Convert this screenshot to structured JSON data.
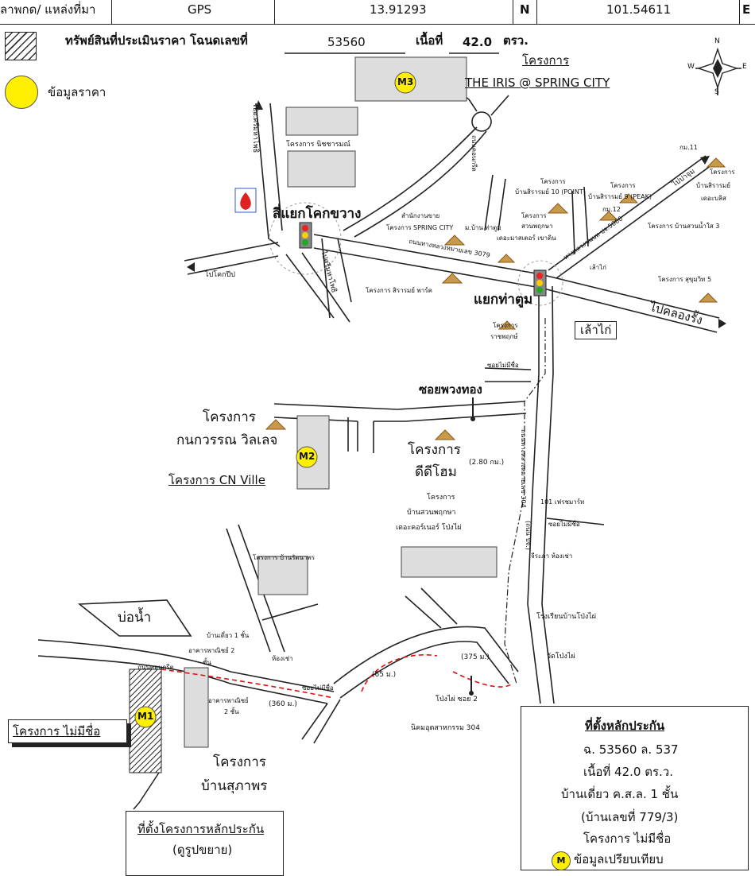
{
  "header": {
    "label_left": "ลาพกด/ แหล่งที่มา",
    "source": "GPS",
    "lat_value": "13.91293",
    "lat_dir": "N",
    "lon_value": "101.54611",
    "lon_dir": "E"
  },
  "legend": {
    "appraised_label": "ทรัพย์สินที่ประเมินราคา โฉนดเลขที่",
    "deed_no": "53560",
    "area_label": "เนื้อที่",
    "area_value": "42.0",
    "area_unit": "ตรว.",
    "price_info_label": "ข้อมูลราคา"
  },
  "compass": {
    "n": "N",
    "s": "S",
    "e": "E",
    "w": "W"
  },
  "markers": {
    "m1": "M1",
    "m2": "M2",
    "m3": "M3"
  },
  "labels": {
    "m3_project": "โครงการ",
    "m3_name": "THE IRIS @ SPRING CITY",
    "to_sriracha": "ไปอ.ศรีมหาโพธิ",
    "proj_nichaharom": "โครงการ นิชชารมณ์",
    "road_kok_cross": "ถนนคอนกรีต",
    "intersection_kok": "สี่แยกโคกขวาง",
    "to_kokpip": "ไปโคกปีป",
    "road_srimaha": "ไปศรีมหาโพธิ",
    "office_sales": "สำนักงานขาย",
    "proj_spring_city": "โครงการ SPRING CITY",
    "proj_bantuum": "ม.บ้าน ท่าตูม",
    "proj_sirarom10": "โครงการ",
    "proj_sirarom10b": "บ้านสิรารมย์ 10 (POINT)",
    "proj_suanpruksa": "โครงการ",
    "proj_suanpruksa_b": "สวนพฤกษา",
    "proj_suanpruksa_c": "เดอะมาสเตอร์ เขาดิน",
    "proj_sirarom9": "โครงการ",
    "proj_sirarom9b": "บ้านสิรารมย์ 9 (PEAK)",
    "km11": "กม.11",
    "km12": "กม.12",
    "to_prachin": "ไปปาจุม",
    "proj_sirarom_bliss": "โครงการ",
    "proj_sirarom_bliss_b": "บ้านสิรารมย์",
    "proj_sirarom_bliss_c": "เดอะบลิส",
    "proj_suannamsai": "โครงการ บ้านสวนน้ำใส 3",
    "road_hwy": "ทางหลวงชนบท ปจ.5000",
    "road_3079": "ถนนทางหลวงหมายเลข 3079",
    "sao_kai": "เล้าไก่",
    "proj_sirarom_park": "โครงการ สิรารมย์ พาร์ค",
    "intersection_tatum": "แยกท่าตูม",
    "proj_sukhumvit5": "โครงการ สุขุมวิท 5",
    "to_klongrung": "ไปคลองรั้ง",
    "proj_ratpruksa": "โครงการ",
    "proj_ratpruksa_b": "ราชพฤกษ์",
    "sao_kai2": "เล้าไก่",
    "soi_mai_chue": "ซอยไม่มีชื่อ",
    "soi_puangthong": "ซอยพวงทอง",
    "proj_kanok": "โครงการ",
    "proj_kanok_b": "กนกวรรณ วิลเลจ",
    "proj_didi": "โครงการ",
    "proj_didi_b": "ดีดีโฮม",
    "dist_280": "(2.80 กม.)",
    "road_304": "ถนนทางหลวงหมายเลข 304",
    "proj_cn": "โครงการ CN Ville",
    "proj_corner": "โครงการ",
    "proj_corner_b": "บ้านสวนพฤกษา",
    "proj_corner_c": "เดอะคอร์เนอร์ โป่งไผ่",
    "fresh_mart": "101 เฟรชมาร์ท",
    "soi_mai_chue2": "ซอยไม่มีชื่อ",
    "road_304b": "(ถนน ปจ.)",
    "jirapa": "จีระภา ห้องเช่า",
    "proj_ratnaphon": "โครงการ บ้านรัตนาพร",
    "pond": "บ่อน้ำ",
    "school": "โรงเรียนบ้านโป่งไผ่",
    "temple": "วัดโป่งไผ่",
    "house1": "บ้านเดี่ยว 1 ชั้น",
    "shophouse2": "อาคารพาณิชย์ 2",
    "shophouse2b": "ชั้น",
    "road_concrete": "ถนนคอนกรีต",
    "room_rent": "ห้องเช่า",
    "dist_375": "(375 ม.)",
    "dist_65": "(65 ม.)",
    "soi_mai_chue3": "ซอยไม่มีชื่อ",
    "shophouse_b": "อาคารพาณิชย์",
    "shophouse_b2": "2 ชั้น",
    "dist_360": "(360 ม.)",
    "pongphai_soi2": "โป่งไผ่ ซอย 2",
    "industrial": "นิคมอุตสาหกรรม 304",
    "proj_noname": "โครงการ ไม่มีชื่อ",
    "proj_supaporn": "โครงการ",
    "proj_supaporn_b": "บ้านสุภาพร",
    "collateral_proj_loc": "ที่ตั้งโครงการหลักประกัน",
    "zoom": "(ดูรูปขยาย)"
  },
  "info_box": {
    "title": "ที่ตั้งหลักประกัน",
    "line1": "ฉ. 53560 ล. 537",
    "line2": "เนื้อที่ 42.0 ตร.ว.",
    "line3": "บ้านเดี่ยว ค.ส.ล. 1 ชั้น",
    "line4": "(บ้านเลขที่ 779/3)",
    "line5": "โครงการ ไม่มีชื่อ",
    "line6_marker": "M",
    "line6": "ข้อมูลเปรียบเทียบ"
  },
  "colors": {
    "marker_yellow": "#ffef00",
    "route_red": "#d11",
    "house_brown": "#8a5a1a"
  }
}
